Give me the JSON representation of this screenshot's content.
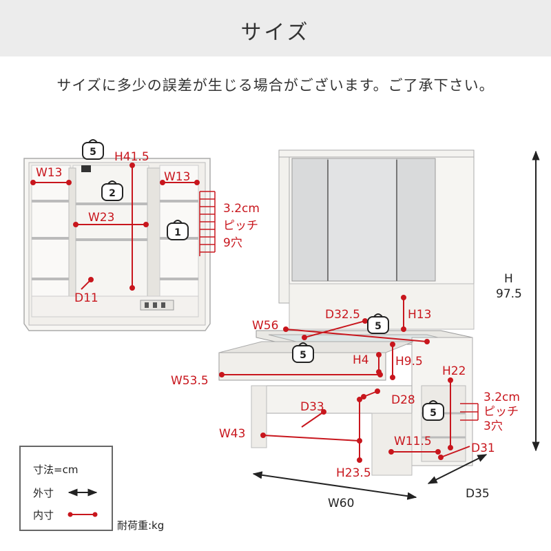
{
  "header": {
    "title": "サイズ"
  },
  "notice": "サイズに多少の誤差が生じる場合がございます。ご了承下さい。",
  "colors": {
    "inner_dim": "#c8161d",
    "outer_dim": "#222222",
    "header_bg": "#ececec"
  },
  "left_unit": {
    "weights": {
      "top": "5",
      "middle": "2",
      "door": "1"
    },
    "dims": {
      "h41_5": "H41.5",
      "w13_left": "W13",
      "w13_right": "W13",
      "w23": "W23",
      "d11": "D11"
    },
    "pitch": {
      "line1": "3.2cm",
      "line2": "ピッチ",
      "line3": "9穴"
    }
  },
  "main_unit": {
    "weights": {
      "shelf": "5",
      "drawer": "5",
      "side": "5"
    },
    "dims": {
      "d32_5": "D32.5",
      "h13": "H13",
      "w56": "W56",
      "h4": "H4",
      "h9_5": "H9.5",
      "h22": "H22",
      "w53_5": "W53.5",
      "d28": "D28",
      "d33": "D33",
      "w43": "W43",
      "w11_5": "W11.5",
      "d31": "D31",
      "h23_5": "H23.5"
    },
    "pitch": {
      "line1": "3.2cm",
      "line2": "ピッチ",
      "line3": "3穴"
    },
    "outer": {
      "height_label": "H",
      "height_value": "97.5",
      "width": "W60",
      "depth": "D35"
    }
  },
  "legend": {
    "unit": "寸法=cm",
    "outer": "外寸",
    "inner": "内寸"
  },
  "load_note": "耐荷重:kg"
}
